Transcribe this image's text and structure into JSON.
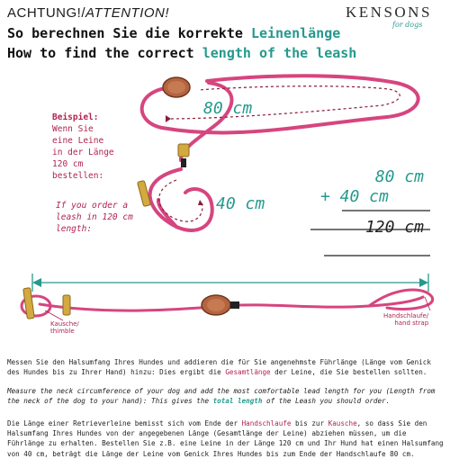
{
  "header": {
    "attention_de": "ACHTUNG!/",
    "attention_en": "ATTENTION!",
    "brand": "KENSONS",
    "brand_sub": "for dogs",
    "title_de_a": "So berechnen Sie die korrekte ",
    "title_de_b": "Leinenlänge",
    "title_en_a": "How to find the correct ",
    "title_en_b": "length of the leash"
  },
  "example": {
    "de_title": "Beispiel:",
    "de_text": "Wenn Sie eine Leine in der Länge 120 cm bestellen:",
    "en_text": "If you order a leash in 120 cm length:"
  },
  "labels": {
    "top_length": "80 cm",
    "loop_length": "40 cm",
    "sum_a": "80 cm",
    "sum_b": "+ 40 cm",
    "sum_total": "120 cm",
    "kausche": "Kausche/\nthimble",
    "handschlaufe": "Handschlaufe/\nhand strap"
  },
  "text": {
    "p1_a": "Messen Sie den Halsumfang Ihres Hundes und addieren die für Sie angenehmste Führlänge (Länge vom Genick des Hundes bis zu Ihrer Hand) hinzu: Dies ergibt die ",
    "p1_hl": "Gesamtlänge",
    "p1_b": " der Leine, die Sie bestellen sollten.",
    "p2_a": "Measure the neck circumference of your dog and add the most comfortable lead length for you (Length from the neck of the dog to your hand): This gives the ",
    "p2_hl": "total length",
    "p2_b": " of the Leash you should order.",
    "p3_a": "Die Länge einer Retrieverleine bemisst sich vom Ende der ",
    "p3_hl1": "Handschlaufe",
    "p3_b": " bis zur ",
    "p3_hl2": "Kausche",
    "p3_c": ", so dass Sie den Halsumfang Ihres Hundes von der angegebenen Länge (Gesamtlänge der Leine) abziehen müssen, um die Führlänge zu erhalten. Bestellen Sie z.B. eine Leine in der Länge 120 cm und Ihr Hund hat einen Halsumfang von 40 cm, beträgt die Länge der Leine vom Genick Ihres Hundes bis zum Ende der Handschlaufe 80 cm."
  },
  "colors": {
    "accent_teal": "#25998d",
    "leash_pink": "#d6457f",
    "highlight_red": "#b0244f"
  }
}
